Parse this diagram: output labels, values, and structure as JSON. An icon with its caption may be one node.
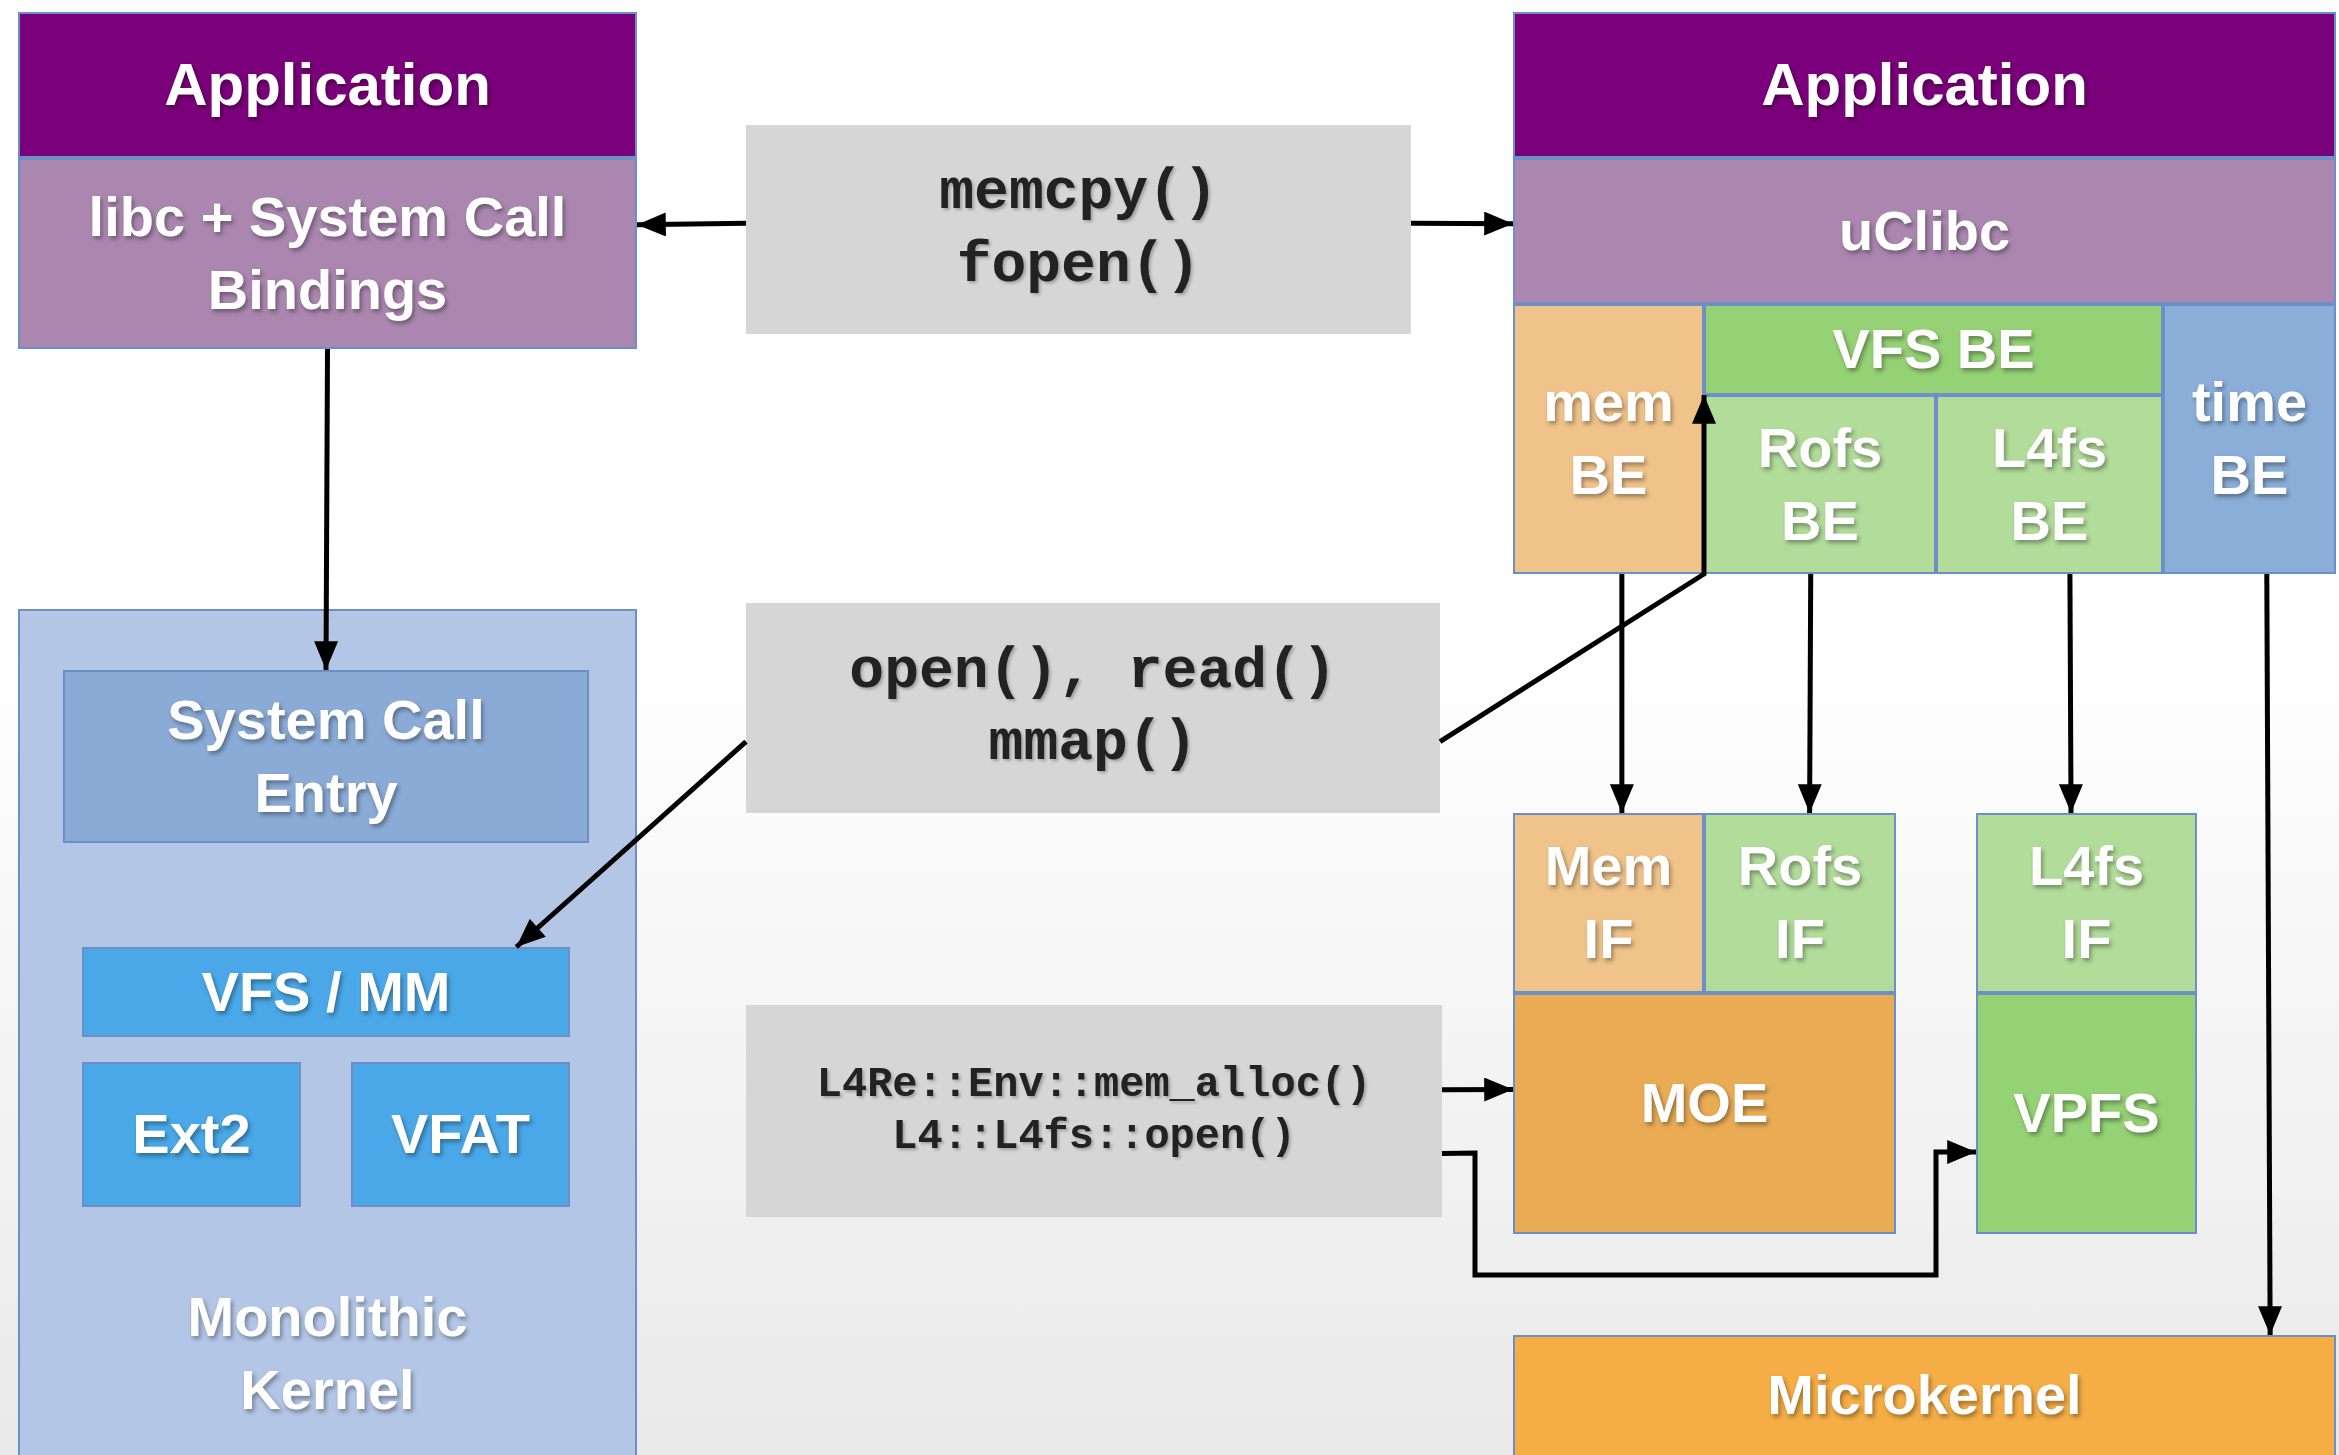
{
  "diagram": {
    "nodes": [
      {
        "text": [
          "Application"
        ]
      },
      {
        "text": [
          "memcpy()",
          "fopen()"
        ]
      },
      {
        "text": [
          "Application"
        ]
      },
      {
        "text": [
          "libc + System Call Bindings"
        ]
      },
      {
        "text": [
          "uClibc"
        ]
      },
      {
        "text": [
          "mem BE"
        ]
      },
      {
        "text": [
          "VFS BE"
        ]
      },
      {
        "text": [
          "time BE"
        ]
      },
      {
        "text": [
          "Rofs BE"
        ]
      },
      {
        "text": [
          "L4fs BE"
        ]
      },
      {
        "text": [
          "Monolithic Kernel"
        ]
      },
      {
        "text": [
          "System Call Entry"
        ],
        "in": 10
      },
      {
        "text": [
          "open(), read()",
          "mmap()"
        ]
      },
      {
        "text": [
          "Mem IF"
        ]
      },
      {
        "text": [
          "Rofs IF"
        ]
      },
      {
        "text": [
          "L4fs IF"
        ]
      },
      {
        "text": [
          "VFS / MM"
        ],
        "in": 10
      },
      {
        "text": [
          "Ext2"
        ],
        "in": 10
      },
      {
        "text": [
          "VFAT"
        ],
        "in": 10
      },
      {
        "text": [
          "L4Re::Env::mem_alloc()",
          "L4::L4fs::open()"
        ]
      },
      {
        "text": [
          "MOE"
        ]
      },
      {
        "text": [
          "VPFS"
        ]
      },
      {
        "text": [
          "Microkernel"
        ]
      }
    ],
    "edges": [
      {
        "from": 1,
        "to": 3,
        "arrow": "to"
      },
      {
        "from": 1,
        "to": 4,
        "arrow": "to"
      },
      {
        "from": 3,
        "to": 11,
        "arrow": "to"
      },
      {
        "from": 12,
        "to": 16,
        "arrow": "to"
      },
      {
        "from": 12,
        "to": 6,
        "arrow": "to"
      },
      {
        "from": 5,
        "to": 13,
        "arrow": "to"
      },
      {
        "from": 8,
        "to": 14,
        "arrow": "to"
      },
      {
        "from": 9,
        "to": 15,
        "arrow": "to"
      },
      {
        "from": 7,
        "to": 22,
        "arrow": "to"
      },
      {
        "from": 19,
        "to": 20,
        "arrow": "to"
      },
      {
        "from": 19,
        "to": 21,
        "arrow": "to"
      }
    ]
  }
}
